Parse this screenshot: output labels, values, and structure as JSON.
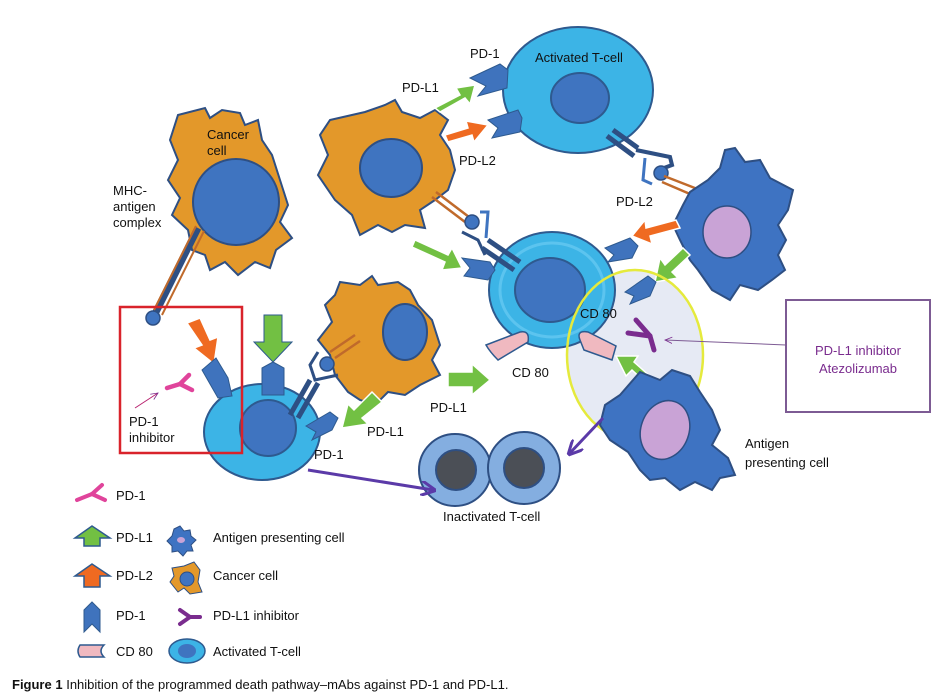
{
  "labels": {
    "pd1_top": "PD-1",
    "activated_tcell": "Activated T-cell",
    "pdl1_top": "PD-L1",
    "cancer_cell_line1": "Cancer",
    "cancer_cell_line2": "cell",
    "pdl2_top": "PD-L2",
    "mhc_line1": "MHC-",
    "mhc_line2": "antigen",
    "mhc_line3": "complex",
    "pdl2_right": "PD-L2",
    "cd80_inner": "CD 80",
    "cd80_outer": "CD 80",
    "pdl1_mid": "PD-L1",
    "pdl1_low": "PD-L1",
    "pd1_low": "PD-1",
    "pd1_inhibitor_line1": "PD-1",
    "pd1_inhibitor_line2": "inhibitor",
    "inactivated_tcell": "Inactivated T-cell",
    "apc_line1": "Antigen",
    "apc_line2": "presenting cell",
    "callout_line1": "PD-L1 inhibitor",
    "callout_line2": "Atezolizumab"
  },
  "legend": {
    "items": [
      {
        "icon": "pd1-antibody-icon",
        "label": "PD-1"
      },
      {
        "icon": "pdl1-arrow-icon",
        "label": "PD-L1"
      },
      {
        "icon": "pdl2-arrow-icon",
        "label": "PD-L2"
      },
      {
        "icon": "pd1-receptor-icon",
        "label": "PD-1"
      },
      {
        "icon": "cd80-icon",
        "label": "CD 80"
      },
      {
        "icon": "apc-icon",
        "label": "Antigen presenting cell"
      },
      {
        "icon": "cancer-cell-icon",
        "label": "Cancer cell"
      },
      {
        "icon": "pdl1-inhibitor-icon",
        "label": "PD-L1 inhibitor"
      },
      {
        "icon": "activated-tcell-icon",
        "label": "Activated T-cell"
      }
    ]
  },
  "caption": {
    "figure_label": "Figure 1",
    "text": "Inhibition of the programmed death pathway–mAbs against PD-1 and PD-L1."
  },
  "colors": {
    "cancer": "#e3982a",
    "tcell": "#3cb4e6",
    "nucleus": "#3f74c0",
    "apc": "#3e73c2",
    "apc_nucleus": "#c9a3d6",
    "pdl1": "#72c043",
    "pdl2": "#ef6a21",
    "pd1": "#3f73bd",
    "cd80": "#f0b9c0",
    "highlight_ellipse": "#e5ea3c",
    "red_box": "#d9232b",
    "purple": "#7a2c8e",
    "arrow_purple": "#5b3aa8"
  }
}
